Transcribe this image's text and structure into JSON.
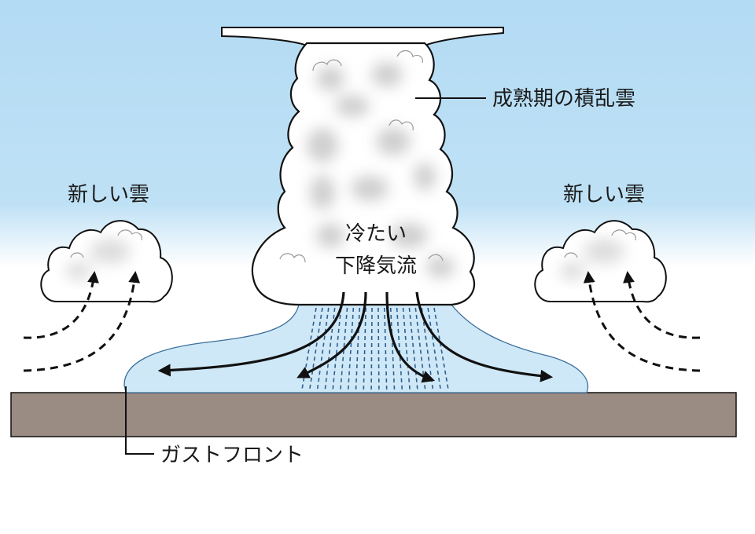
{
  "labels": {
    "mature_cloud": "成熟期の積乱雲",
    "new_cloud_left": "新しい雲",
    "new_cloud_right": "新しい雲",
    "downdraft_line1": "冷たい",
    "downdraft_line2": "下降気流",
    "gust_front": "ガストフロント"
  },
  "colors": {
    "sky_top": "#b5dcf4",
    "sky_bottom": "#ffffff",
    "ground": "#9a8b83",
    "cold_pool": "#cfe8f7",
    "cloud_shadow": "#c9c9c9",
    "line": "#111111"
  }
}
